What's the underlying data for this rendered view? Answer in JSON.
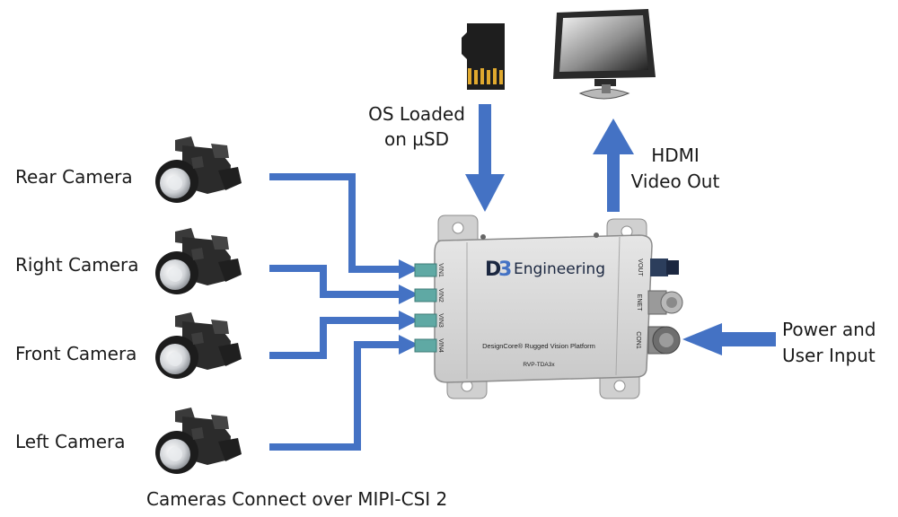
{
  "labels": {
    "rear_camera": "Rear Camera",
    "right_camera": "Right Camera",
    "front_camera": "Front Camera",
    "left_camera": "Left Camera",
    "cameras_connect": "Cameras Connect over MIPI-CSI 2",
    "os_loaded_line1": "OS Loaded",
    "os_loaded_line2": "on µSD",
    "hdmi_line1": "HDMI",
    "hdmi_line2": "Video Out",
    "power_line1": "Power and",
    "power_line2": "User Input"
  },
  "device": {
    "brand_d": "D",
    "brand_3": "3",
    "brand_name": "Engineering",
    "product_line": "DesignCore® Rugged Vision Platform",
    "model": "RVP-TDA3x",
    "ports_left": [
      "VIN1",
      "VIN2",
      "VIN3",
      "VIN4"
    ],
    "ports_right": [
      "VOUT",
      "ENET",
      "CON1"
    ]
  },
  "colors": {
    "arrow": "#4472c4",
    "device_body": "#d6d6d6",
    "device_edge": "#8c8c8c",
    "port": "#5fa9a4",
    "camera_body": "#2a2a2a"
  },
  "icons": [
    "camera-icon",
    "microsd-card-icon",
    "monitor-icon",
    "rugged-vision-platform-device"
  ]
}
